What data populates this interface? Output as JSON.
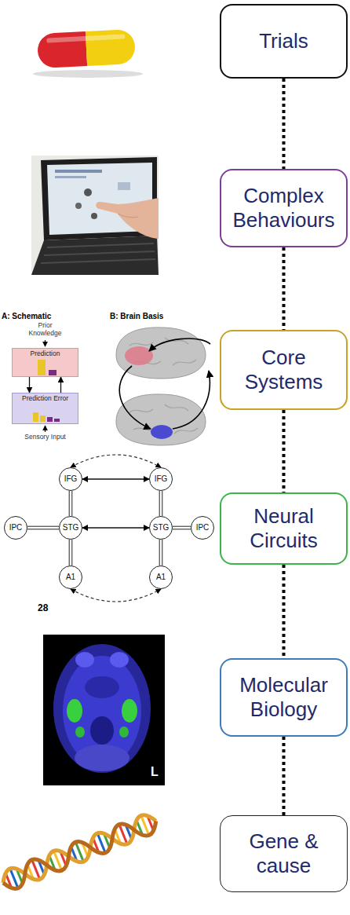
{
  "diagram": {
    "nodes": [
      {
        "text": [
          "Trials"
        ]
      },
      {
        "text": [
          "Complex Behaviours"
        ]
      },
      {
        "text": [
          "Prediction"
        ]
      },
      {
        "text": [
          "Prediction Error"
        ]
      },
      {
        "text": [
          "Core Systems"
        ]
      },
      {
        "text": [
          "IFG"
        ]
      },
      {
        "text": [
          "IFG"
        ]
      },
      {
        "text": [
          "IPC"
        ]
      },
      {
        "text": [
          "STG"
        ]
      },
      {
        "text": [
          "STG"
        ]
      },
      {
        "text": [
          "IPC"
        ]
      },
      {
        "text": [
          "A1"
        ]
      },
      {
        "text": [
          "A1"
        ]
      },
      {
        "text": [
          "Neural Circuits"
        ]
      },
      {
        "text": [
          "Molecular Biology"
        ]
      },
      {
        "text": [
          "Gene & cause"
        ]
      }
    ],
    "edges": [
      {
        "from": 0,
        "to": 1,
        "arrow": "none"
      },
      {
        "from": 1,
        "to": 4,
        "arrow": "none"
      },
      {
        "from": 4,
        "to": 13,
        "arrow": "none"
      },
      {
        "from": 13,
        "to": 14,
        "arrow": "none"
      },
      {
        "from": 14,
        "to": 15,
        "arrow": "none"
      },
      {
        "from": 2,
        "to": 3,
        "arrow": "to"
      },
      {
        "from": 3,
        "to": 2,
        "arrow": "to"
      },
      {
        "from": 5,
        "to": 6,
        "arrow": "both"
      },
      {
        "from": 5,
        "to": 6,
        "arrow": "both"
      },
      {
        "from": 7,
        "to": 8,
        "arrow": "none"
      },
      {
        "from": 8,
        "to": 9,
        "arrow": "both"
      },
      {
        "from": 9,
        "to": 10,
        "arrow": "none"
      },
      {
        "from": 5,
        "to": 8,
        "arrow": "none"
      },
      {
        "from": 6,
        "to": 9,
        "arrow": "none"
      },
      {
        "from": 8,
        "to": 11,
        "arrow": "none"
      },
      {
        "from": 9,
        "to": 12,
        "arrow": "none"
      },
      {
        "from": 11,
        "to": 12,
        "arrow": "both"
      }
    ],
    "labels": [
      "A: Schematic",
      "B: Brain Basis",
      "Prior Knowledge",
      "Sensory Input",
      "28",
      "L"
    ]
  }
}
